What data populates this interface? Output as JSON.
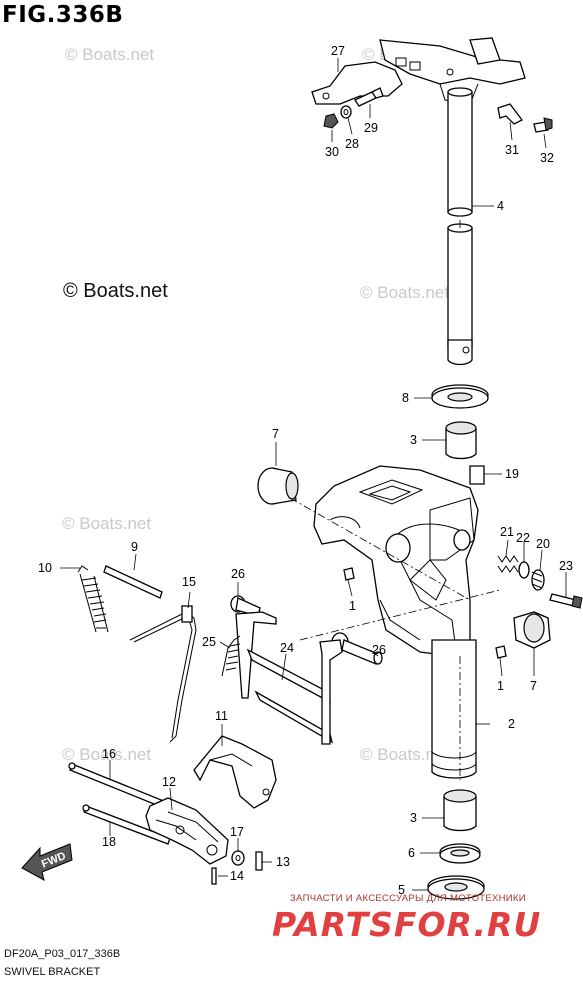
{
  "figure_title": "FIG.336B",
  "watermark_text": "© Boats.net",
  "copyright_text": "© Boats.net",
  "diagram_code": "DF20A_P03_017_336B",
  "diagram_title": "SWIVEL BRACKET",
  "direction_arrow_label": "FWD",
  "brand_tagline": "ЗАПЧАСТИ И АКСЕССУАРЫ ДЛЯ МОТОТЕХНИКИ",
  "brand_name": "PARTSFOR.RU",
  "brand_color": "#e04040",
  "callouts": [
    "27",
    "29",
    "28",
    "30",
    "31",
    "32",
    "4",
    "8",
    "3",
    "19",
    "7",
    "21",
    "22",
    "20",
    "23",
    "1",
    "2",
    "26",
    "24",
    "25",
    "15",
    "9",
    "10",
    "11",
    "12",
    "16",
    "18",
    "17",
    "14",
    "13",
    "6",
    "5",
    "7",
    "1",
    "26",
    "3"
  ]
}
